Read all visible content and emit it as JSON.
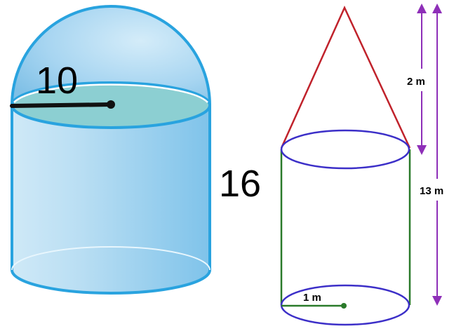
{
  "left_figure": {
    "radius_label": "10",
    "height_label": "16",
    "colors": {
      "outline": "#29a3df",
      "dome_fill": "#9fd0ee",
      "body_fill": "#bfe2f5",
      "top_face": "#8ccfd2",
      "radius_line": "#111111"
    }
  },
  "right_figure": {
    "cone_height_label": "2 m",
    "total_height_label": "13 m",
    "radius_label": "1 m",
    "colors": {
      "cone": "#c0222b",
      "ellipses": "#3c2fc8",
      "cylinder_sides": "#2a7a2a",
      "radius": "#2a7a2a",
      "dimension_arrows": "#8e2fb8"
    }
  }
}
